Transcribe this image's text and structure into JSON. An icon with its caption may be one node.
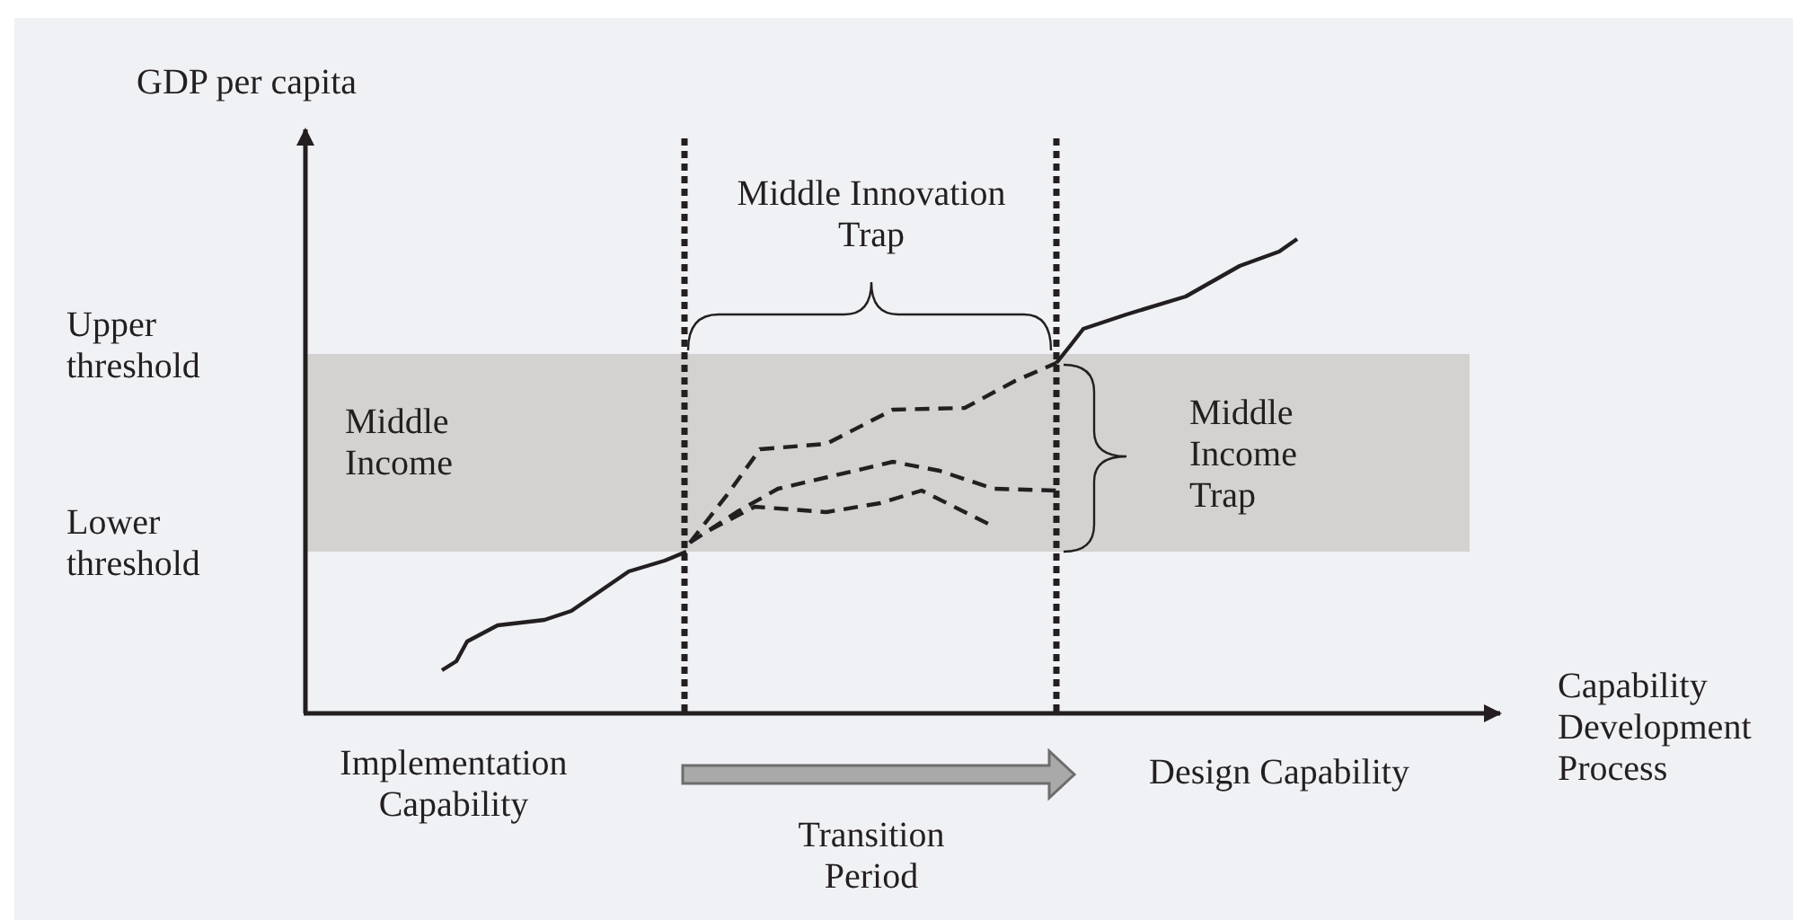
{
  "diagram": {
    "nodes": [
      {
        "text": [
          "Middle Income"
        ]
      },
      {
        "text": [
          "Implementation Capability"
        ]
      },
      {
        "text": [
          "Design Capability"
        ]
      }
    ],
    "edges": [
      {
        "from": 1,
        "to": 2,
        "arrow": "to",
        "style": "thick"
      }
    ],
    "labels": [
      "GDP per capita",
      "Middle Innovation Trap",
      "Upper threshold",
      "Middle Income Trap",
      "Lower threshold",
      "Capability Development Process",
      "Transition Period"
    ]
  }
}
